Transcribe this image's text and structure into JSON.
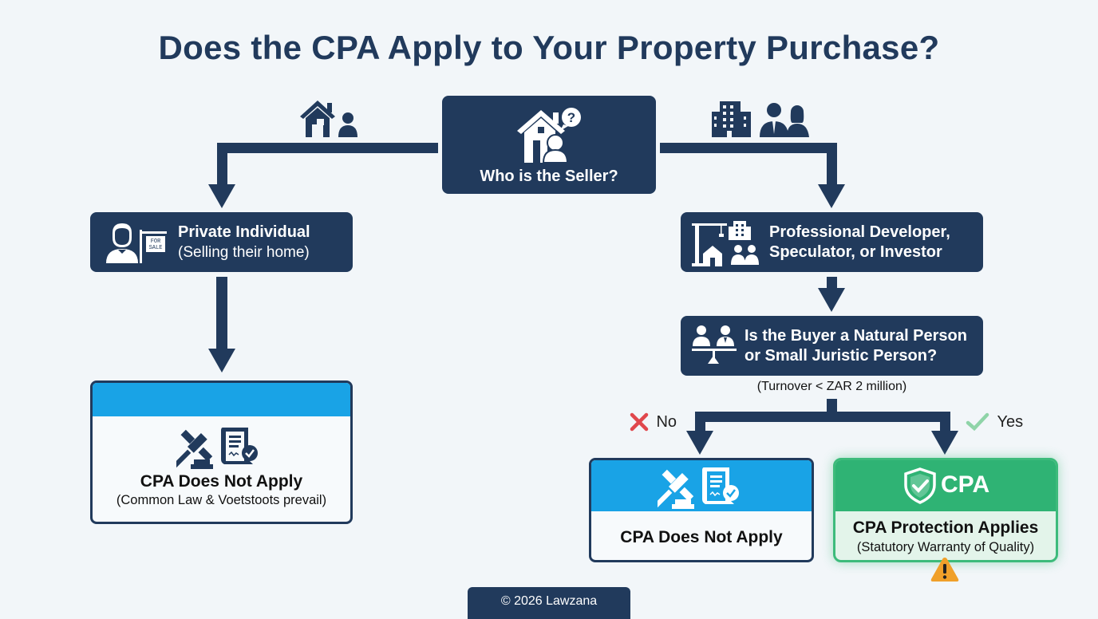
{
  "title": "Does the CPA Apply to Your Property Purchase?",
  "root": {
    "label": "Who is the Seller?",
    "icon": "house-person-question-icon"
  },
  "left_branch": {
    "header_icons": [
      "house-icon",
      "person-icon"
    ],
    "node": {
      "title": "Private Individual",
      "subtitle": "(Selling their home)",
      "icons": [
        "person-icon",
        "for-sale-sign-icon"
      ],
      "sign_text": "FOR SALE"
    },
    "result": {
      "title": "CPA Does Not Apply",
      "subtitle": "(Common Law & Voetstoots prevail)",
      "icons": [
        "gavel-icon",
        "certificate-check-icon"
      ]
    }
  },
  "right_branch": {
    "header_icons": [
      "office-building-icon",
      "businessman-icon",
      "businesswoman-icon"
    ],
    "node": {
      "title_line1": "Professional Developer,",
      "title_line2": "Speculator, or Investor",
      "icons": [
        "crane-icon",
        "building-icon",
        "house-icon",
        "people-icon"
      ]
    },
    "question": {
      "line1": "Is the Buyer a Natural Person",
      "line2": "or Small Juristic Person?",
      "note": "(Turnover < ZAR 2 million)",
      "icon": "scale-people-icon"
    },
    "no": {
      "label": "No",
      "icon": "x-mark-icon",
      "color": "#e0474c",
      "result": {
        "title": "CPA Does Not Apply",
        "icons": [
          "gavel-icon",
          "certificate-check-icon"
        ]
      }
    },
    "yes": {
      "label": "Yes",
      "icon": "check-mark-icon",
      "color": "#8fd4a8",
      "result": {
        "badge": "CPA",
        "title": "CPA Protection Applies",
        "subtitle": "(Statutory Warranty of Quality)",
        "icons": [
          "shield-check-icon",
          "warning-icon"
        ]
      }
    }
  },
  "colors": {
    "navy": "#213a5c",
    "blue": "#19a3e6",
    "green": "#2fb374",
    "background": "#f2f6f9",
    "warning": "#f0a02a"
  },
  "footer": "© 2026 Lawzana"
}
